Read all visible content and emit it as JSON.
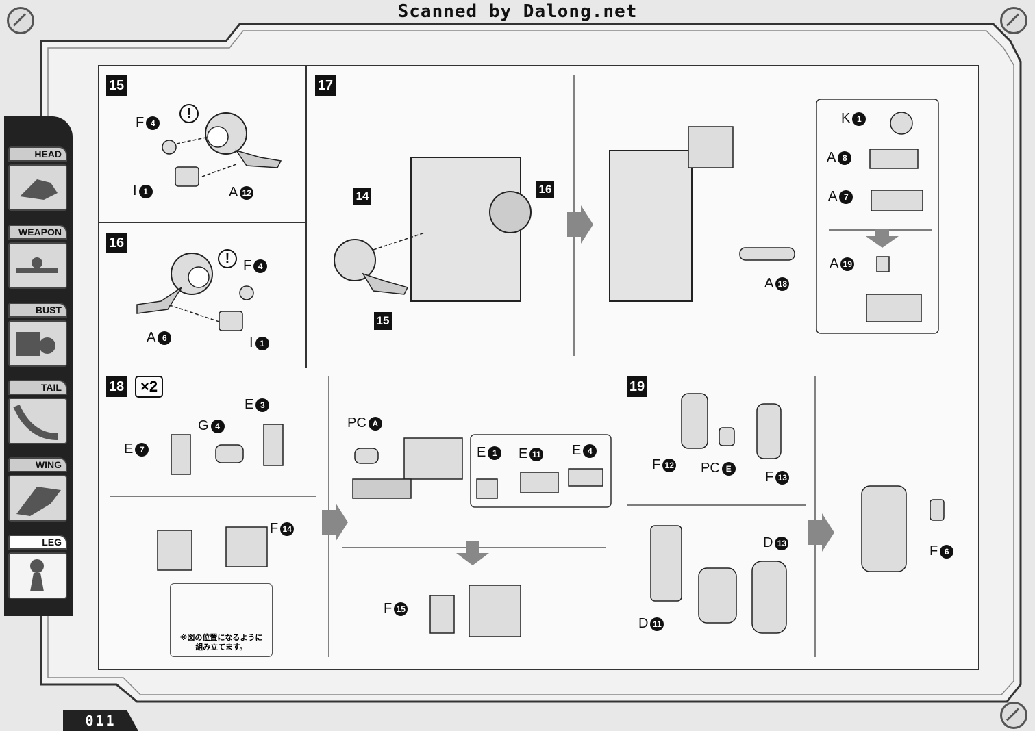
{
  "header": {
    "scan_credit": "Scanned by Dalong.net"
  },
  "page_number": "011",
  "sidebar": {
    "tabs": [
      {
        "label": "HEAD",
        "icon": "head-icon"
      },
      {
        "label": "WEAPON",
        "icon": "weapon-icon"
      },
      {
        "label": "BUST",
        "icon": "bust-icon"
      },
      {
        "label": "TAIL",
        "icon": "tail-icon"
      },
      {
        "label": "WING",
        "icon": "wing-icon"
      },
      {
        "label": "LEG",
        "icon": "leg-icon",
        "active": true
      }
    ]
  },
  "steps": {
    "s15": {
      "num": "15",
      "parts": [
        {
          "letter": "F",
          "n": "4"
        },
        {
          "letter": "I",
          "n": "1"
        },
        {
          "letter": "A",
          "n": "12"
        }
      ],
      "warn": "!"
    },
    "s16": {
      "num": "16",
      "parts": [
        {
          "letter": "F",
          "n": "4"
        },
        {
          "letter": "A",
          "n": "6"
        },
        {
          "letter": "I",
          "n": "1"
        }
      ],
      "warn": "!"
    },
    "s17": {
      "num": "17",
      "callouts": [
        "14",
        "16",
        "15"
      ],
      "parts": [
        {
          "letter": "K",
          "n": "1"
        },
        {
          "letter": "A",
          "n": "8"
        },
        {
          "letter": "A",
          "n": "7"
        },
        {
          "letter": "A",
          "n": "19"
        },
        {
          "letter": "A",
          "n": "18"
        }
      ]
    },
    "s18": {
      "num": "18",
      "multiplier": "×2",
      "parts": [
        {
          "letter": "E",
          "n": "3"
        },
        {
          "letter": "G",
          "n": "4"
        },
        {
          "letter": "E",
          "n": "7"
        },
        {
          "letter": "F",
          "n": "14"
        },
        {
          "letter": "PC",
          "n": "A"
        },
        {
          "letter": "E",
          "n": "1"
        },
        {
          "letter": "E",
          "n": "11"
        },
        {
          "letter": "E",
          "n": "4"
        },
        {
          "letter": "F",
          "n": "15"
        }
      ],
      "note_line1": "※図の位置になるように",
      "note_line2": "組み立てます。"
    },
    "s19": {
      "num": "19",
      "parts": [
        {
          "letter": "F",
          "n": "12"
        },
        {
          "letter": "PC",
          "n": "E"
        },
        {
          "letter": "F",
          "n": "13"
        },
        {
          "letter": "D",
          "n": "13"
        },
        {
          "letter": "D",
          "n": "11"
        },
        {
          "letter": "F",
          "n": "6"
        }
      ]
    }
  }
}
